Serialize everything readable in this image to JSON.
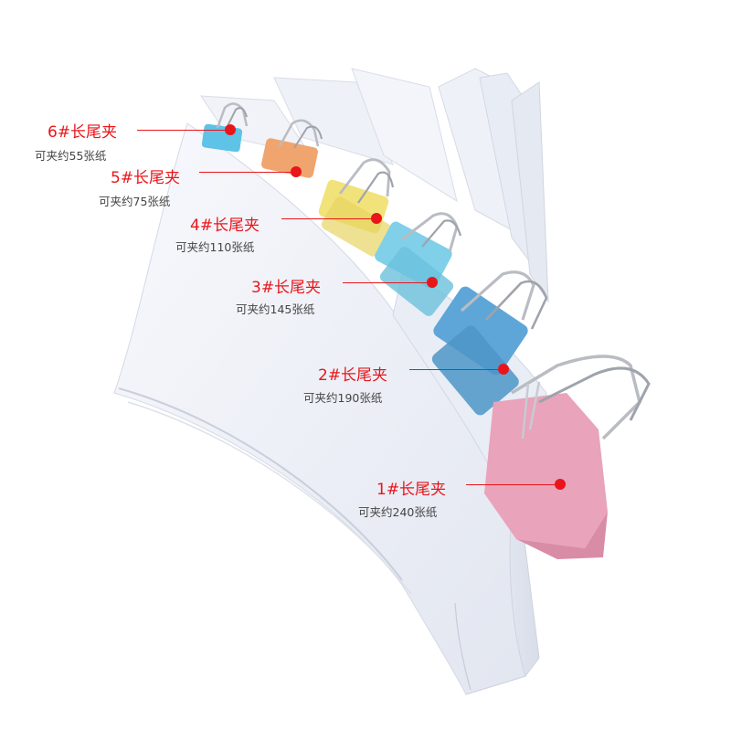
{
  "callouts": [
    {
      "title": "6#长尾夹",
      "capacity": "可夹约55张纸"
    },
    {
      "title": "5#长尾夹",
      "capacity": "可夹约75张纸"
    },
    {
      "title": "4#长尾夹",
      "capacity": "可夹约110张纸"
    },
    {
      "title": "3#长尾夹",
      "capacity": "可夹约145张纸"
    },
    {
      "title": "2#长尾夹",
      "capacity": "可夹约190张纸"
    },
    {
      "title": "1#长尾夹",
      "capacity": "可夹约240张纸"
    }
  ],
  "colors": {
    "label_red": "#e8161b",
    "clip_blue_small": "#5ec3e6",
    "clip_orange": "#f0a56e",
    "clip_yellow": "#f2e27a",
    "clip_cyan": "#7fd0e8",
    "clip_blue": "#5ea6d8",
    "clip_pink": "#e9a3ba",
    "paper": "#f4f6fb"
  }
}
